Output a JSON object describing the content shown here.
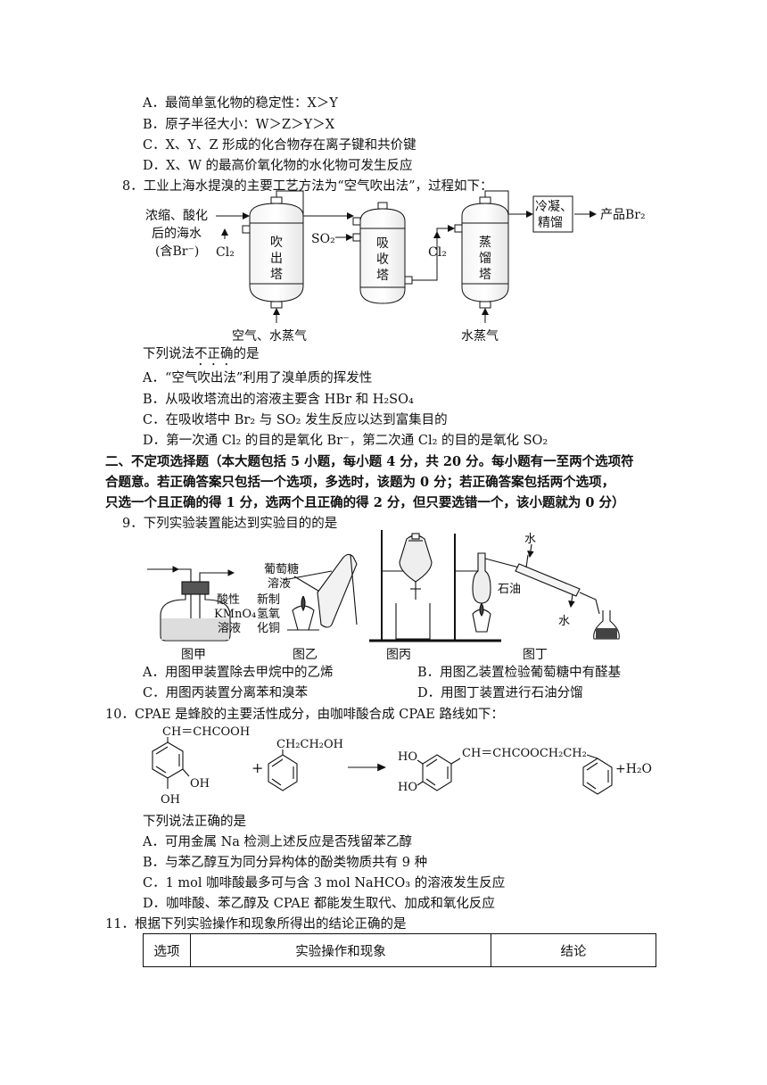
{
  "q7": {
    "A": "A．最简单氢化物的稳定性：X＞Y",
    "B": "B．原子半径大小：W＞Z＞Y＞X",
    "C": "C．X、Y、Z 形成的化合物存在离子键和共价键",
    "D": "D．X、W 的最高价氧化物的水化物可发生反应"
  },
  "q8": {
    "stem": "8．工业上海水提溴的主要工艺方法为“空气吹出法”，过程如下：",
    "flow": {
      "feed1": "浓缩、酸化",
      "feed2": "后的海水",
      "feed3": "(含Br⁻)",
      "cl2_a": "Cl₂",
      "tower1": [
        "吹",
        "出",
        "塔"
      ],
      "air": "空气、水蒸气",
      "so2": "SO₂",
      "tower2": [
        "吸",
        "收",
        "塔"
      ],
      "cl2_b": "Cl₂",
      "tower3": [
        "蒸",
        "馏",
        "塔"
      ],
      "steam": "水蒸气",
      "cond1": "冷凝、",
      "cond2": "精馏",
      "product": "产品Br₂"
    },
    "prompt_pre": "下列说法",
    "prompt_em": "不正确",
    "prompt_post": "的是",
    "A": "A．“空气吹出法”利用了溴单质的挥发性",
    "B": "B．从吸收塔流出的溶液主要含 HBr 和 H₂SO₄",
    "C": "C．在吸收塔中 Br₂ 与  SO₂ 发生反应以达到富集目的",
    "D": "D．第一次通 Cl₂ 的目的是氧化 Br⁻，第二次通 Cl₂ 的目的是氧化 SO₂"
  },
  "section2": {
    "line1": "二、不定项选择题（本大题包括 5 小题，每小题 4 分，共 20 分。每小题有一至两个选项符",
    "line2": "合题意。若正确答案只包括一个选项，多选时，该题为 0 分；若正确答案包括两个选项，",
    "line3": "只选一个且正确的得 1 分，选两个且正确的得 2 分，但只要选错一个，该小题就为 0 分）"
  },
  "q9": {
    "stem": "9．下列实验装置能达到实验目的的是",
    "jia": {
      "l1": "酸性",
      "l2": "KMnO₄",
      "l3": "溶液",
      "cap": "图甲"
    },
    "yi": {
      "l1": "葡萄糖",
      "l2": "溶液",
      "l3": "新制",
      "l4": "氢氧",
      "l5": "化铜",
      "cap": "图乙"
    },
    "bing": {
      "cap": "图丙"
    },
    "ding": {
      "water1": "水",
      "oil": "石油",
      "water2": "水",
      "cap": "图丁"
    },
    "A": "A．用图甲装置除去甲烷中的乙烯",
    "B": "B．用图乙装置检验葡萄糖中有醛基",
    "C": "C．用图丙装置分离苯和溴苯",
    "D": "D．用图丁装置进行石油分馏"
  },
  "q10": {
    "stem": "10．CPAE 是蜂胶的主要活性成分，由咖啡酸合成 CPAE 路线如下：",
    "r1_top": "CH＝CHCOOH",
    "r1_oh1": "OH",
    "r1_oh2": "OH",
    "plus": "+",
    "r2_top": "CH₂CH₂OH",
    "p_ho1": "HO",
    "p_ho2": "HO",
    "p_chain": "CH＝CHCOOCH₂CH₂",
    "p_water": "+H₂O",
    "prompt": "下列说法正确的是",
    "A": "A．可用金属 Na 检测上述反应是否残留苯乙醇",
    "B": "B．与苯乙醇互为同分异构体的酚类物质共有 9 种",
    "C": "C．1 mol 咖啡酸最多可与含 3 mol NaHCO₃ 的溶液发生反应",
    "D": "D．咖啡酸、苯乙醇及 CPAE 都能发生取代、加成和氧化反应"
  },
  "q11": {
    "stem": "11．根据下列实验操作和现象所得出的结论正确的是",
    "headers": [
      "选项",
      "实验操作和现象",
      "结论"
    ]
  }
}
